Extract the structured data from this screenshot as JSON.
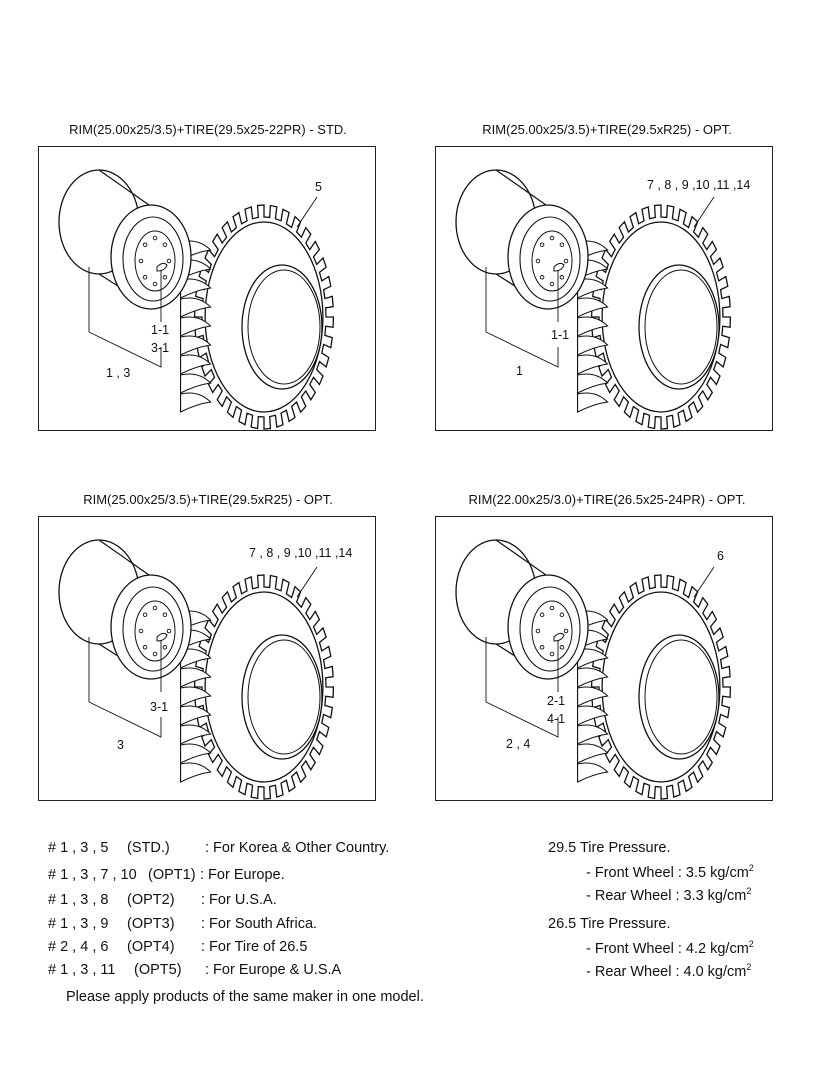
{
  "panels": [
    {
      "title": "RIM(25.00x25/3.5)+TIRE(29.5x25-22PR) - STD.",
      "tire_label": "5",
      "valve_labels": [
        "1-1",
        "3-1"
      ],
      "rim_label": "1 , 3"
    },
    {
      "title": "RIM(25.00x25/3.5)+TIRE(29.5xR25) - OPT.",
      "tire_label": "7 , 8 , 9 ,10 ,11 ,14",
      "valve_labels": [
        "1-1"
      ],
      "rim_label": "1"
    },
    {
      "title": "RIM(25.00x25/3.5)+TIRE(29.5xR25) - OPT.",
      "tire_label": "7 , 8 , 9 ,10 ,11 ,14",
      "valve_labels": [
        "3-1"
      ],
      "rim_label": "3"
    },
    {
      "title": "RIM(22.00x25/3.0)+TIRE(26.5x25-24PR) - OPT.",
      "tire_label": "6",
      "valve_labels": [
        "2-1",
        "4-1"
      ],
      "rim_label": "2 , 4"
    }
  ],
  "legend": [
    {
      "code": "# 1 , 3 , 5",
      "opt": "(STD.)",
      "desc": ": For Korea & Other Country."
    },
    {
      "code": "# 1 , 3 , 7 , 10",
      "opt": "(OPT1)",
      "desc": ": For Europe."
    },
    {
      "code": "# 1 , 3 , 8",
      "opt": "(OPT2)",
      "desc": ": For U.S.A."
    },
    {
      "code": "# 1 , 3 , 9",
      "opt": "(OPT3)",
      "desc": ": For South Africa."
    },
    {
      "code": "# 2 , 4 , 6",
      "opt": "(OPT4)",
      "desc": ": For Tire of 26.5"
    },
    {
      "code": "# 1 , 3 , 11",
      "opt": "(OPT5)",
      "desc": ": For Europe & U.S.A"
    }
  ],
  "note": "Please apply products of the same maker in one model.",
  "pressure": [
    {
      "heading": "29.5 Tire Pressure.",
      "front": "- Front Wheel : 3.5 kg/cm",
      "rear": "- Rear Wheel : 3.3 kg/cm",
      "sup": "2"
    },
    {
      "heading": "26.5 Tire Pressure.",
      "front": "- Front Wheel : 4.2 kg/cm",
      "rear": "- Rear Wheel : 4.0 kg/cm",
      "sup": "2"
    }
  ]
}
